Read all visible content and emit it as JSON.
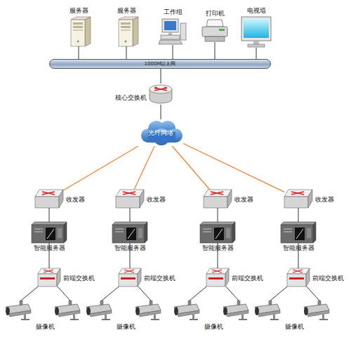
{
  "diagram": {
    "nodes": [
      {
        "text": [
          "服务器"
        ]
      },
      {
        "text": [
          "服务器"
        ]
      },
      {
        "text": [
          "工作组"
        ]
      },
      {
        "text": [
          "打印机"
        ]
      },
      {
        "text": [
          "电视墙"
        ]
      },
      {
        "text": [
          "1000M以太网"
        ]
      },
      {
        "text": [
          "核心交换机"
        ]
      },
      {
        "text": [
          "光纤网络"
        ]
      },
      {
        "text": [
          "收发器"
        ]
      },
      {
        "text": [
          "收发器"
        ]
      },
      {
        "text": [
          "收发器"
        ]
      },
      {
        "text": [
          "收发器"
        ]
      },
      {
        "text": [
          "智能服务器"
        ]
      },
      {
        "text": [
          "智能服务器"
        ]
      },
      {
        "text": [
          "智能服务器"
        ]
      },
      {
        "text": [
          "智能服务器"
        ]
      },
      {
        "text": [
          "前端交换机"
        ]
      },
      {
        "text": [
          "前端交换机"
        ]
      },
      {
        "text": [
          "前端交换机"
        ]
      },
      {
        "text": [
          "前端交换机"
        ]
      },
      {
        "text": [
          "摄像机"
        ]
      },
      {
        "text": [
          "摄像机"
        ]
      },
      {
        "text": [
          "摄像机"
        ]
      },
      {
        "text": [
          "摄像机"
        ]
      }
    ],
    "edges": [
      {
        "from": 0,
        "to": 5,
        "arrow": "none"
      },
      {
        "from": 1,
        "to": 5,
        "arrow": "none"
      },
      {
        "from": 2,
        "to": 5,
        "arrow": "none"
      },
      {
        "from": 3,
        "to": 5,
        "arrow": "none"
      },
      {
        "from": 4,
        "to": 5,
        "arrow": "none"
      },
      {
        "from": 5,
        "to": 6,
        "arrow": "none"
      },
      {
        "from": 6,
        "to": 7,
        "arrow": "none"
      },
      {
        "from": 7,
        "to": 8,
        "arrow": "none"
      },
      {
        "from": 7,
        "to": 9,
        "arrow": "none"
      },
      {
        "from": 7,
        "to": 10,
        "arrow": "none"
      },
      {
        "from": 7,
        "to": 11,
        "arrow": "none"
      },
      {
        "from": 8,
        "to": 12,
        "arrow": "none"
      },
      {
        "from": 9,
        "to": 13,
        "arrow": "none"
      },
      {
        "from": 10,
        "to": 14,
        "arrow": "none"
      },
      {
        "from": 11,
        "to": 15,
        "arrow": "none"
      },
      {
        "from": 12,
        "to": 16,
        "arrow": "none"
      },
      {
        "from": 13,
        "to": 17,
        "arrow": "none"
      },
      {
        "from": 14,
        "to": 18,
        "arrow": "none"
      },
      {
        "from": 15,
        "to": 19,
        "arrow": "none"
      },
      {
        "from": 16,
        "to": 20,
        "arrow": "none"
      },
      {
        "from": 17,
        "to": 21,
        "arrow": "none"
      },
      {
        "from": 18,
        "to": 22,
        "arrow": "none"
      },
      {
        "from": 19,
        "to": 23,
        "arrow": "none"
      }
    ]
  }
}
